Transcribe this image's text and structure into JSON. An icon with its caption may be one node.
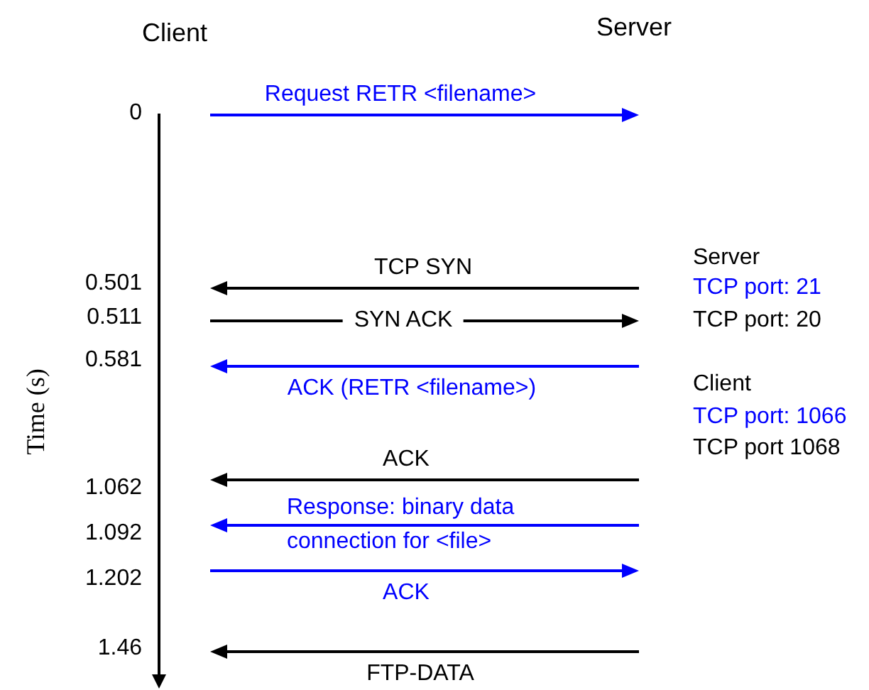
{
  "diagram": {
    "labels": [
      "Client",
      "Server",
      "Request RETR <filename>",
      "0",
      "Server",
      "TCP SYN",
      "0.501",
      "TCP port: 21",
      "0.511",
      "SYN ACK",
      "TCP port: 20",
      "0.581",
      "ACK (RETR <filename>)",
      "Client",
      "Time (s)",
      "TCP port: 1066",
      "ACK",
      "TCP port 1068",
      "1.062",
      "Response: binary data connection for <file>",
      "1.092",
      "1.202",
      "ACK",
      "1.46",
      "FTP-DATA"
    ]
  }
}
